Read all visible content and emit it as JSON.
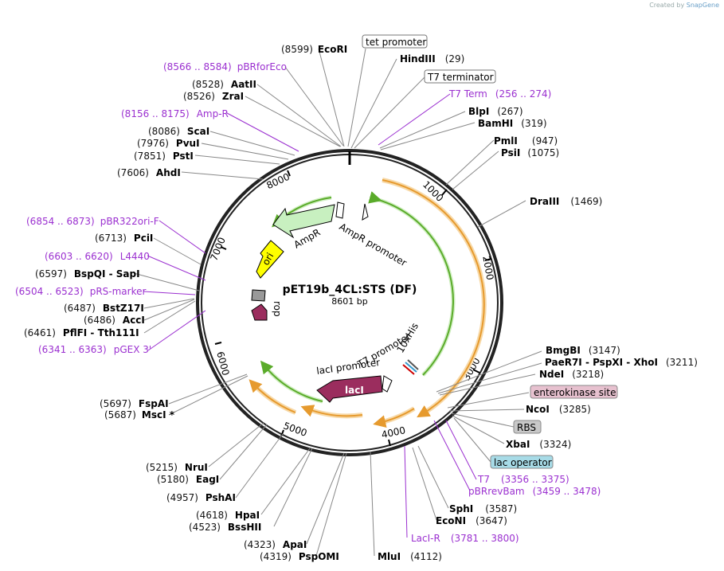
{
  "credit": {
    "prefix": "Created by",
    "brand": "SnapGene"
  },
  "plasmid": {
    "name": "pET19b_4CL:STS (DF)",
    "length": "8601 bp",
    "length_bp": 8601
  },
  "scale_ticks": [
    "1000",
    "2000",
    "3000",
    "4000",
    "5000",
    "6000",
    "7000",
    "8000"
  ],
  "features": [
    {
      "label": "AmpR",
      "kind": "cds",
      "color": "#c8f0c0",
      "start": 7490,
      "end": 8350
    },
    {
      "label": "AmpR promoter",
      "kind": "promoter"
    },
    {
      "label": "ori",
      "kind": "origin",
      "color": "#ffff00"
    },
    {
      "label": "rop",
      "kind": "cds",
      "color": "#9b2d5e"
    },
    {
      "label": "lacI",
      "kind": "cds",
      "color": "#9b2d5e"
    },
    {
      "label": "lacI promoter",
      "kind": "promoter"
    },
    {
      "label": "T7 promoter",
      "kind": "promoter"
    },
    {
      "label": "10xHis",
      "kind": "tag"
    }
  ],
  "labels": [
    {
      "pos": "(8599)",
      "name": "EcoRI",
      "kind": "site"
    },
    {
      "name": "tet promoter",
      "kind": "box"
    },
    {
      "name": "HindIII",
      "pos": "(29)",
      "kind": "site"
    },
    {
      "pos": "(8566 .. 8584)",
      "name": "pBRforEco",
      "kind": "primer"
    },
    {
      "name": "T7 terminator",
      "kind": "box"
    },
    {
      "pos": "(8528)",
      "name": "AatII",
      "kind": "site"
    },
    {
      "pos": "(8526)",
      "name": "ZraI",
      "kind": "site"
    },
    {
      "name": "T7 Term",
      "pos": "(256 .. 274)",
      "kind": "primer"
    },
    {
      "pos": "(8156 .. 8175)",
      "name": "Amp-R",
      "kind": "primer"
    },
    {
      "name": "BlpI",
      "pos": "(267)",
      "kind": "site"
    },
    {
      "name": "BamHI",
      "pos": "(319)",
      "kind": "site"
    },
    {
      "pos": "(8086)",
      "name": "ScaI",
      "kind": "site"
    },
    {
      "pos": "(7976)",
      "name": "PvuI",
      "kind": "site"
    },
    {
      "name": "PmlI",
      "pos": "(947)",
      "kind": "site"
    },
    {
      "name": "PsiI",
      "pos": "(1075)",
      "kind": "site"
    },
    {
      "pos": "(7851)",
      "name": "PstI",
      "kind": "site"
    },
    {
      "pos": "(7606)",
      "name": "AhdI",
      "kind": "site"
    },
    {
      "name": "DraIII",
      "pos": "(1469)",
      "kind": "site"
    },
    {
      "pos": "(6854 .. 6873)",
      "name": "pBR322ori-F",
      "kind": "primer"
    },
    {
      "pos": "(6713)",
      "name": "PciI",
      "kind": "site"
    },
    {
      "pos": "(6603 .. 6620)",
      "name": "L4440",
      "kind": "primer"
    },
    {
      "pos": "(6597)",
      "name": "BspQI  -  SapI",
      "kind": "site"
    },
    {
      "pos": "(6504 .. 6523)",
      "name": "pRS-marker",
      "kind": "primer"
    },
    {
      "pos": "(6487)",
      "name": "BstZ17I",
      "kind": "site"
    },
    {
      "pos": "(6486)",
      "name": "AccI",
      "kind": "site"
    },
    {
      "pos": "(6461)",
      "name": "PflFI  -  Tth111I",
      "kind": "site"
    },
    {
      "pos": "(6341 .. 6363)",
      "name": "pGEX 3'",
      "kind": "primer"
    },
    {
      "name": "BmgBI",
      "pos": "(3147)",
      "kind": "site"
    },
    {
      "name": "PaeR7I  -  PspXI  -  XhoI",
      "pos": "(3211)",
      "kind": "site"
    },
    {
      "name": "NdeI",
      "pos": "(3218)",
      "kind": "site"
    },
    {
      "name": "enterokinase site",
      "kind": "box"
    },
    {
      "name": "NcoI",
      "pos": "(3285)",
      "kind": "site"
    },
    {
      "name": "RBS",
      "kind": "box"
    },
    {
      "name": "XbaI",
      "pos": "(3324)",
      "kind": "site"
    },
    {
      "name": "lac operator",
      "kind": "box"
    },
    {
      "name": "T7",
      "pos": "(3356 .. 3375)",
      "kind": "primer"
    },
    {
      "name": "pBRrevBam",
      "pos": "(3459 .. 3478)",
      "kind": "primer"
    },
    {
      "pos": "(5697)",
      "name": "FspAI",
      "kind": "site"
    },
    {
      "pos": "(5687)",
      "name": "MscI *",
      "kind": "site"
    },
    {
      "name": "SphI",
      "pos": "(3587)",
      "kind": "site"
    },
    {
      "name": "EcoNI",
      "pos": "(3647)",
      "kind": "site"
    },
    {
      "pos": "(5215)",
      "name": "NruI",
      "kind": "site"
    },
    {
      "pos": "(5180)",
      "name": "EagI",
      "kind": "site"
    },
    {
      "pos": "(4957)",
      "name": "PshAI",
      "kind": "site"
    },
    {
      "name": "LacI-R",
      "pos": "(3781 .. 3800)",
      "kind": "primer"
    },
    {
      "pos": "(4618)",
      "name": "HpaI",
      "kind": "site"
    },
    {
      "pos": "(4523)",
      "name": "BssHII",
      "kind": "site"
    },
    {
      "pos": "(4323)",
      "name": "ApaI",
      "kind": "site"
    },
    {
      "pos": "(4319)",
      "name": "PspOMI",
      "kind": "site"
    },
    {
      "name": "MluI",
      "pos": "(4112)",
      "kind": "site"
    }
  ],
  "colors": {
    "backbone": "#222222",
    "site_text": "#000000",
    "primer_text": "#9b30d0",
    "orf_orange": "#e69a2e",
    "orf_green": "#5aab2a",
    "enterokinase_fill": "#e7c1cf",
    "rbs_fill": "#c8c8c8",
    "lacop_fill": "#a7dbe7"
  }
}
